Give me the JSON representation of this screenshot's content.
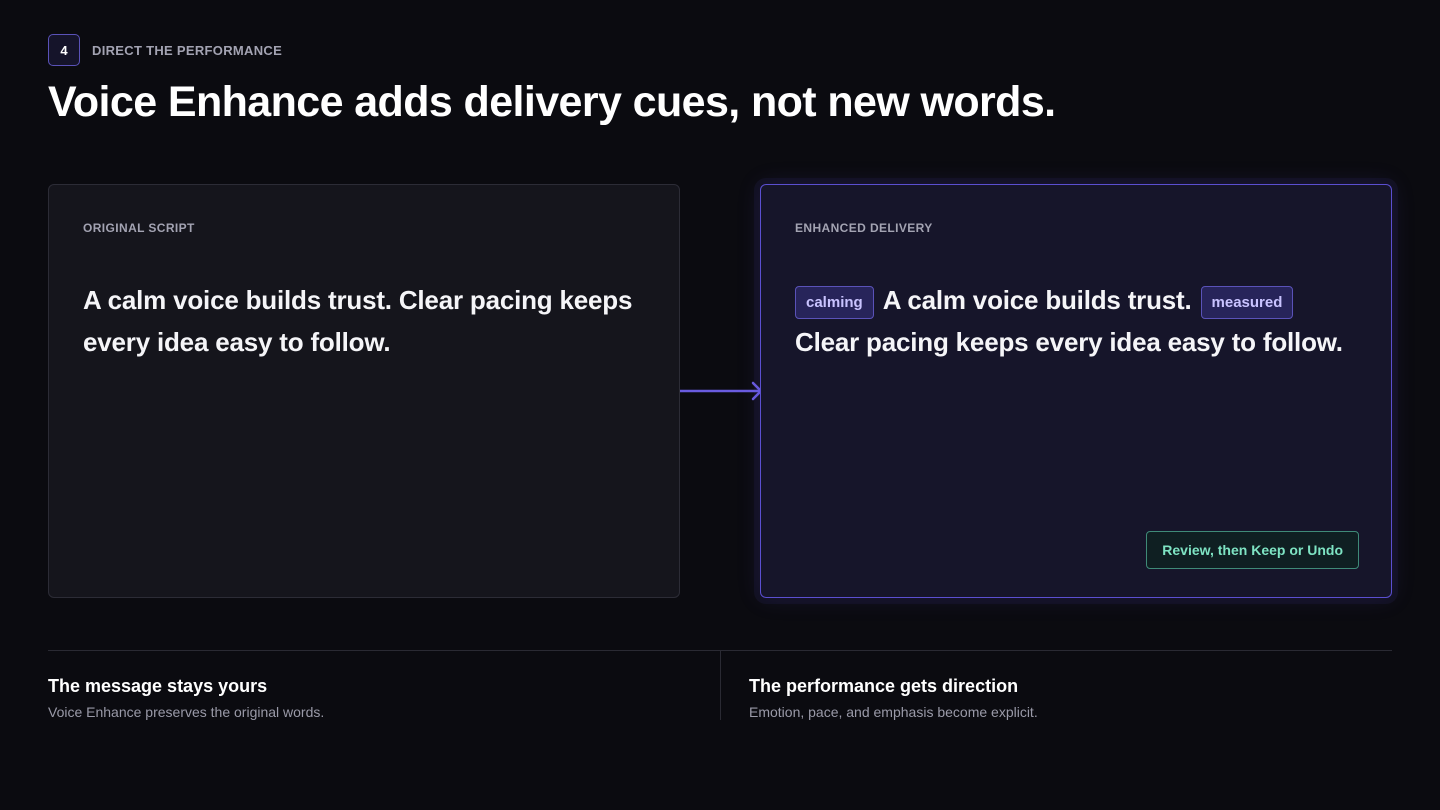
{
  "header": {
    "step_number": "4",
    "step_label": "DIRECT THE PERFORMANCE",
    "headline": "Voice Enhance adds delivery cues, not new words."
  },
  "original": {
    "label": "ORIGINAL SCRIPT",
    "text": "A calm voice builds trust. Clear pacing keeps every idea easy to follow."
  },
  "enhanced": {
    "label": "ENHANCED DELIVERY",
    "tag_1": "calming",
    "sentence_1": "A calm voice builds trust.",
    "tag_2": "measured",
    "sentence_2": "Clear pacing keeps every idea easy to follow.",
    "review_button": "Review, then Keep or Undo"
  },
  "footer": {
    "left_title": "The message stays yours",
    "left_sub": "Voice Enhance preserves the original words.",
    "right_title": "The performance gets direction",
    "right_sub": "Emotion, pace, and emphasis become explicit."
  },
  "colors": {
    "background": "#0b0b10",
    "accent_purple": "#5b4fd0",
    "tag_text": "#c9c3ff",
    "button_teal": "#7ee3c3"
  },
  "icons": {
    "connector": "arrow-right-icon"
  }
}
